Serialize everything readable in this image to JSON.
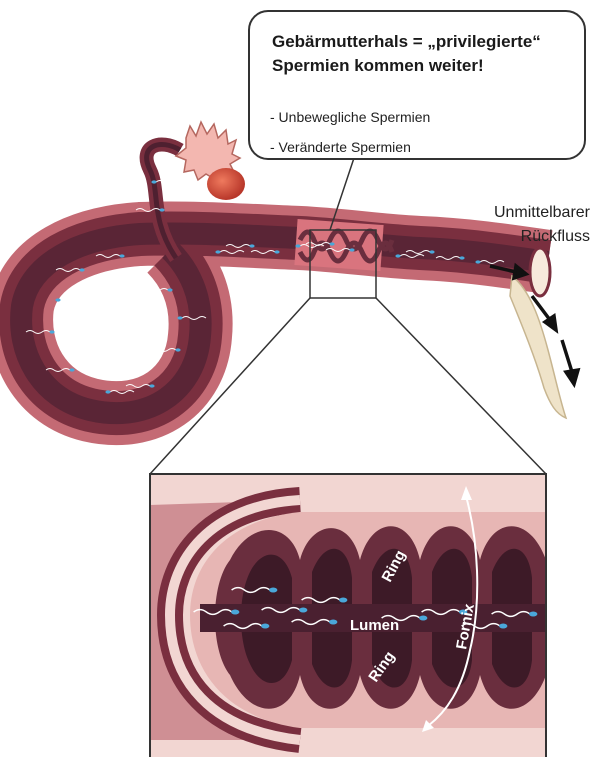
{
  "callout": {
    "title": "Gebärmutterhals = „privilegierte“ Spermien kommen weiter!",
    "items": [
      "- Unbewegliche Spermien",
      "- Veränderte Spermien"
    ]
  },
  "reflux_label": "Unmittelbarer Rückfluss",
  "detail_labels": {
    "ring_upper": "Ring",
    "ring_lower": "Ring",
    "lumen": "Lumen",
    "fornix": "Fornix"
  },
  "colors": {
    "tube_outer": "#c46a74",
    "tube_wall": "#7a2f3f",
    "tube_lumen": "#5a2536",
    "tissue": "#e7b6b4",
    "fold": "#6a2e3e",
    "crypt": "#3d1a27",
    "sperm_head": "#4aa7d9",
    "reflux_fluid": "#efe3c9"
  },
  "icons": [
    "flow-arrow-icon",
    "sperm-icon",
    "egg-icon",
    "ovary-fimbriae-icon"
  ]
}
